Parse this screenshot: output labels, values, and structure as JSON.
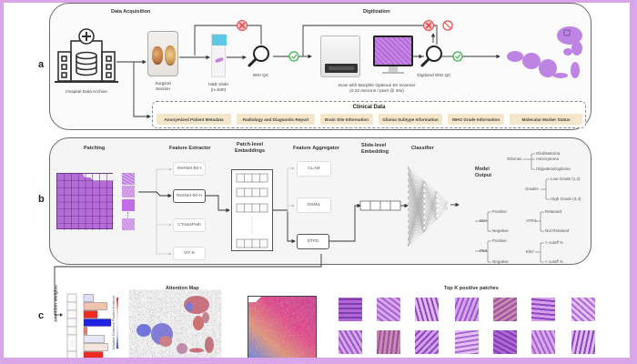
{
  "panels": {
    "a": {
      "label": "a",
      "sections": {
        "acquisition": "Data Acquisition",
        "digitization": "Digitization"
      },
      "nodes": {
        "hospital": "Hospital Data Archive",
        "surgical_line1": "Surgical",
        "surgical_line2": "Section",
        "slide_line1": "H&E Slide",
        "slide_line2": "(n=530)",
        "wsi_qc": "WSI QC",
        "scanner_line1": "Scan with Morphle Optimus 6X Scanner",
        "scanner_line2": "(0.22 microns / pixel @ 40x)",
        "digitized_qc": "Digitized WSI QC"
      },
      "clinical": {
        "title": "Clinical Data",
        "items": [
          "Anonymized Patient Metadata",
          "Radiology and Diagnostic Report",
          "Brain Site Information",
          "Glioma Subtype Information",
          "WHO Grade Information",
          "Molecular Marker Status"
        ]
      }
    },
    "b": {
      "label": "b",
      "sections": {
        "patching": "Patching",
        "extractor": "Feature Extractor",
        "patch_emb_1": "Patch-level",
        "patch_emb_2": "Embeddings",
        "aggregator": "Feature Aggregator",
        "slide_emb_1": "Slide-level",
        "slide_emb_2": "Embedding",
        "classifier": "Classifier",
        "output_1": "Model",
        "output_2": "Output"
      },
      "extractors": [
        "ResNet-50-I",
        "ResNet-50-H",
        "CTransPath",
        "ViT-S"
      ],
      "active_extractor": "ResNet-50-H",
      "aggregators": [
        "CLAM",
        "DSMIL",
        "DTFD"
      ],
      "active_aggregator": "DTFD",
      "outputs": {
        "gliomas": {
          "label": "Gliomas",
          "children": [
            "Glioblastoma",
            "Astrocytoma",
            "Oligodendroglioma"
          ]
        },
        "grades": {
          "label": "Grades",
          "children": [
            "Low Grade (1,2)",
            "High Grade (3,4)"
          ]
        },
        "idh": {
          "label": "IDH",
          "children": [
            "Positive",
            "Negative"
          ]
        },
        "atrx": {
          "label": "ATRX",
          "children": [
            "Retained",
            "Not Retained"
          ]
        },
        "p53": {
          "label": "P53",
          "children": [
            "Positive",
            "Negative"
          ]
        },
        "ki67": {
          "label": "Ki67",
          "children": [
            "> cutoff %",
            "< cutoff %"
          ]
        }
      }
    },
    "c": {
      "label": "c",
      "attention_weights": "Attention Weights",
      "colorbar_top": "Positive Evidence",
      "colorbar_bottom": "Negative Evidence",
      "attention_map": "Attention Map",
      "top_k": "Top K positive patches",
      "bar_weights": [
        0.35,
        0.85,
        0.5,
        1.0,
        0.12,
        0.75,
        0.88,
        0.7
      ],
      "bar_colors": [
        "#dde0f5",
        "#f2c4b0",
        "#ee2b22",
        "#2020e0",
        "#e8826a",
        "#e4e8f6",
        "#f8e4df",
        "#ee2b22"
      ]
    }
  },
  "colors": {
    "frame": "#d9a6ea",
    "chip": "#f4e6c8",
    "reject": "#e8484a",
    "accept": "#3bb54a",
    "he_purple": "#b76be0"
  }
}
